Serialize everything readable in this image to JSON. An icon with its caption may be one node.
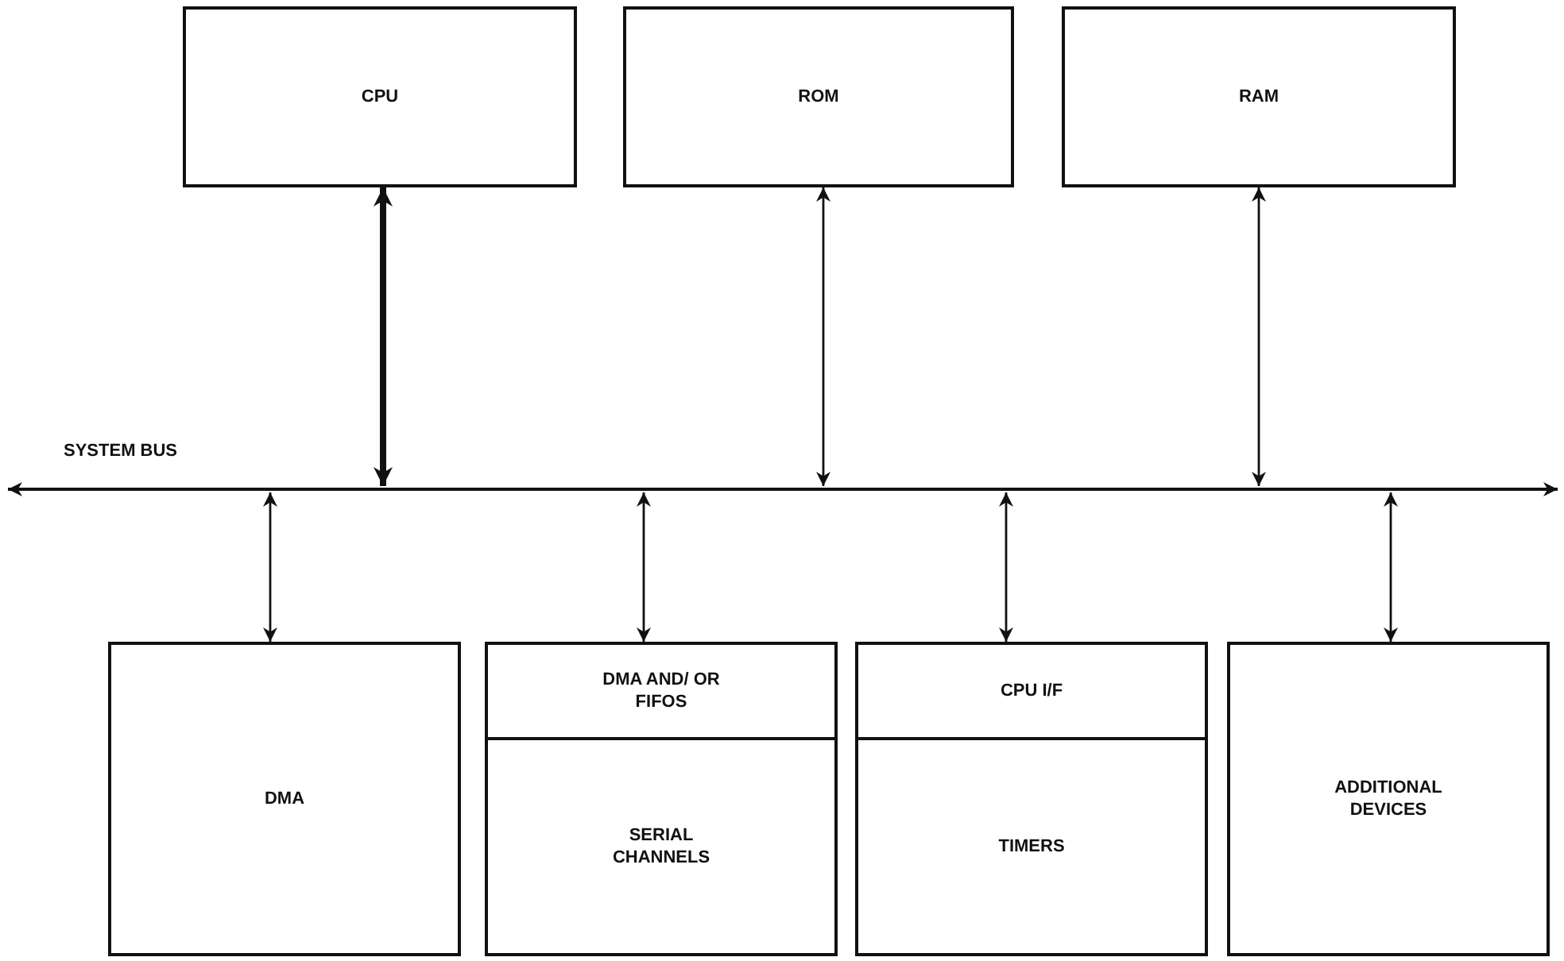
{
  "diagram": {
    "nodes": [
      {
        "text": [
          "CPU"
        ]
      },
      {
        "text": [
          "ROM"
        ]
      },
      {
        "text": [
          "RAM"
        ]
      },
      {
        "text": [
          "SYSTEM BUS"
        ]
      },
      {
        "text": [
          "DMA"
        ]
      },
      {
        "text": [
          "DMA AND/ OR FIFOS",
          "SERIAL CHANNELS"
        ]
      },
      {
        "text": [
          "CPU I/F",
          "TIMERS"
        ]
      },
      {
        "text": [
          "ADDITIONAL DEVICES"
        ]
      }
    ],
    "edges": [
      {
        "from": 0,
        "to": 3,
        "arrow": "both",
        "style": "thick"
      },
      {
        "from": 1,
        "to": 3,
        "arrow": "both"
      },
      {
        "from": 2,
        "to": 3,
        "arrow": "both"
      },
      {
        "from": 3,
        "to": 4,
        "arrow": "both"
      },
      {
        "from": 3,
        "to": 5,
        "arrow": "both"
      },
      {
        "from": 3,
        "to": 6,
        "arrow": "both"
      },
      {
        "from": 3,
        "to": 7,
        "arrow": "both"
      }
    ]
  }
}
